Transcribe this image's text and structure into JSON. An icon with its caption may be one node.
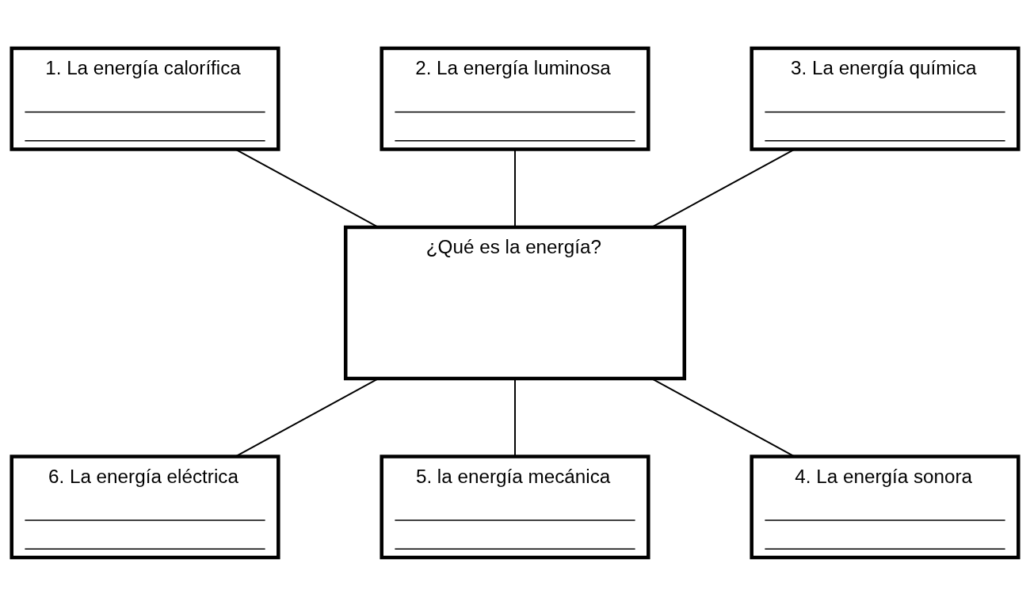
{
  "diagram": {
    "nodes": [
      {
        "text": [
          "1. La energía calorífica"
        ]
      },
      {
        "text": [
          "2. La energía luminosa"
        ]
      },
      {
        "text": [
          "3. La energía química"
        ]
      },
      {
        "text": [
          "¿Qué es la energía?"
        ]
      },
      {
        "text": [
          "6. La energía eléctrica"
        ]
      },
      {
        "text": [
          "5. la energía mecánica"
        ]
      },
      {
        "text": [
          "4. La energía sonora"
        ]
      }
    ],
    "edges": [
      {
        "from": 0,
        "to": 3,
        "arrow": "none"
      },
      {
        "from": 1,
        "to": 3,
        "arrow": "none"
      },
      {
        "from": 2,
        "to": 3,
        "arrow": "none"
      },
      {
        "from": 3,
        "to": 4,
        "arrow": "none"
      },
      {
        "from": 3,
        "to": 5,
        "arrow": "none"
      },
      {
        "from": 3,
        "to": 6,
        "arrow": "none"
      }
    ]
  }
}
